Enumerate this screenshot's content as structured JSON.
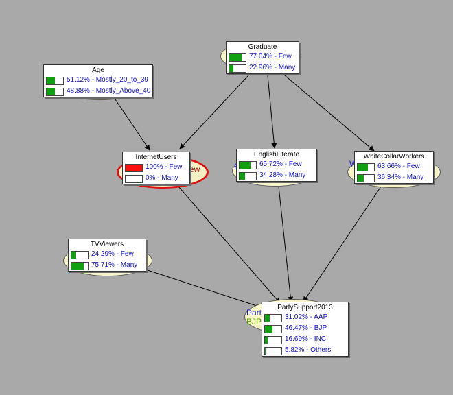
{
  "nodes": {
    "graduate": {
      "title": "Graduate",
      "states": [
        {
          "label": "77.04% - Few",
          "value": 77.04
        },
        {
          "label": "22.96% - Many",
          "value": 22.96
        }
      ]
    },
    "age": {
      "title": "Age",
      "states": [
        {
          "label": "51.12% - Mostly_20_to_39",
          "value": 51.12
        },
        {
          "label": "48.88% - Mostly_Above_40",
          "value": 48.88
        }
      ]
    },
    "internet_users": {
      "title": "InternetUsers",
      "states": [
        {
          "label": "100% - Few",
          "value": 100,
          "color": "#ff1010"
        },
        {
          "label": "0% - Many",
          "value": 0
        }
      ]
    },
    "english_literate": {
      "title": "EnglishLiterate",
      "states": [
        {
          "label": "65.72% - Few",
          "value": 65.72
        },
        {
          "label": "34.28% - Many",
          "value": 34.28
        }
      ]
    },
    "white_collar_workers": {
      "title": "WhiteCollarWorkers",
      "states": [
        {
          "label": "63.66% - Few",
          "value": 63.66
        },
        {
          "label": "36.34% - Many",
          "value": 36.34
        }
      ]
    },
    "tv_viewers": {
      "title": "TVViewers",
      "states": [
        {
          "label": "24.29% - Few",
          "value": 24.29
        },
        {
          "label": "75.71% - Many",
          "value": 75.71
        }
      ]
    },
    "party_support_2013": {
      "title": "PartySupport2013",
      "states": [
        {
          "label": "31.02% - AAP",
          "value": 31.02
        },
        {
          "label": "46.47% - BJP",
          "value": 46.47
        },
        {
          "label": "16.69% - INC",
          "value": 16.69
        },
        {
          "label": "5.82% - Others",
          "value": 5.82
        }
      ]
    }
  },
  "ghost_labels": {
    "internet_users": "ew",
    "english_literate": "E",
    "white_collar_workers": "W",
    "party_support_1": "Part",
    "party_support_2": "BJP"
  },
  "colors": {
    "background": "#a9a9a9",
    "bar_fill": "#11a011",
    "evidence_fill": "#ff1010",
    "evidence_outline": "#e01010",
    "label_text": "#1010d0",
    "ellipse_fill": "#f7f4c8"
  },
  "edges": [
    {
      "from": "graduate",
      "to": "internet_users"
    },
    {
      "from": "graduate",
      "to": "english_literate"
    },
    {
      "from": "graduate",
      "to": "white_collar_workers"
    },
    {
      "from": "age",
      "to": "internet_users"
    },
    {
      "from": "internet_users",
      "to": "party_support_2013"
    },
    {
      "from": "english_literate",
      "to": "party_support_2013"
    },
    {
      "from": "white_collar_workers",
      "to": "party_support_2013"
    },
    {
      "from": "tv_viewers",
      "to": "party_support_2013"
    }
  ]
}
